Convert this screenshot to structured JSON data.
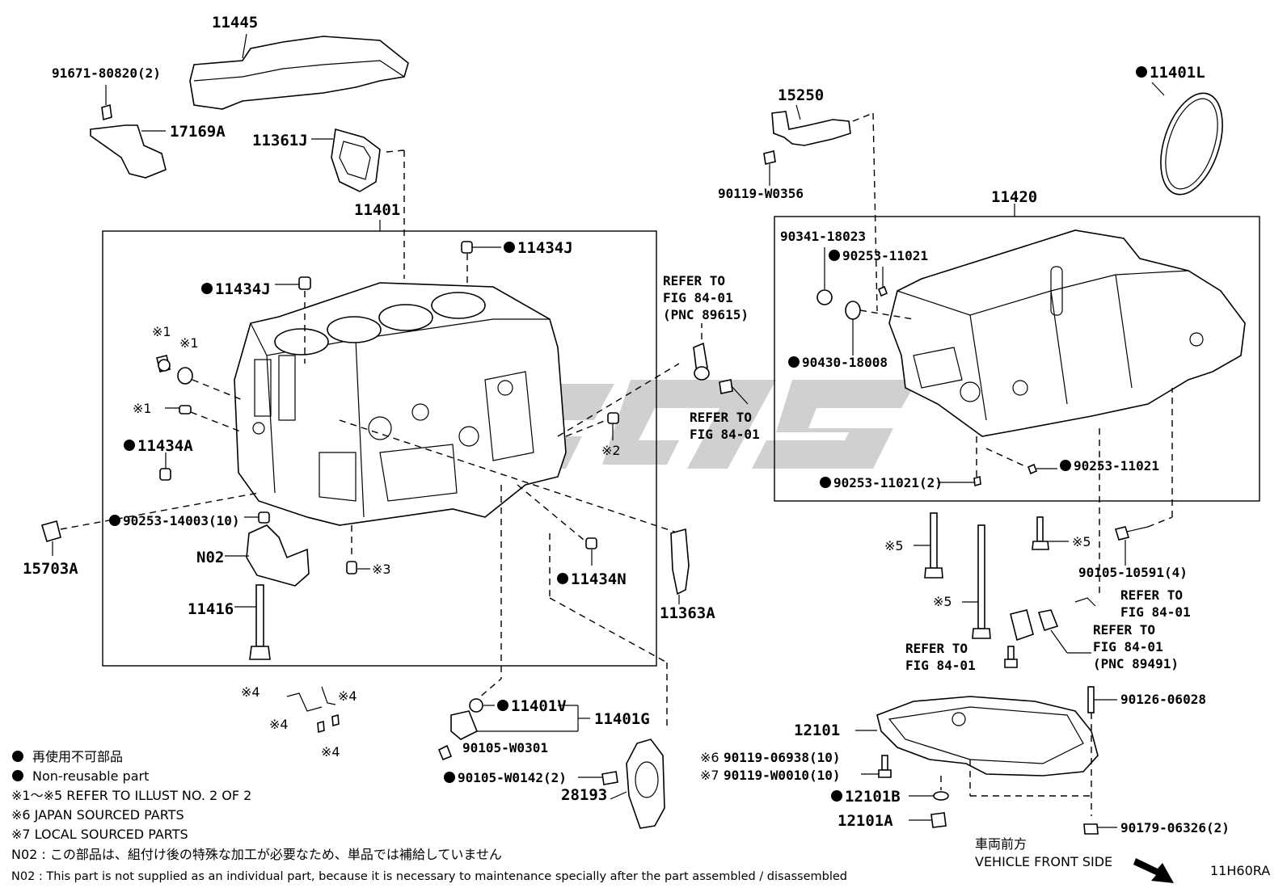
{
  "diagram_code": "11H60RA",
  "callouts": {
    "c11445": "11445",
    "c91671": "91671-80820(2)",
    "c17169A": "17169A",
    "c11361J": "11361J",
    "c11401": "11401",
    "c11434J_top": "11434J",
    "c11434J_left": "11434J",
    "c11434A": "11434A",
    "c15703A": "15703A",
    "c90253_14003": "90253-14003(10)",
    "cN02": "N02",
    "c11416": "11416",
    "c11434N": "11434N",
    "c11363A": "11363A",
    "c11401V": "11401V",
    "c11401G": "11401G",
    "c90105_W0301": "90105-W0301",
    "c90105_W0142": "90105-W0142(2)",
    "c28193": "28193",
    "c15250": "15250",
    "c90119_W0356": "90119-W0356",
    "c11401L": "11401L",
    "c11420": "11420",
    "c90341_18023": "90341-18023",
    "c90253_11021_a": "90253-11021",
    "c90430_18008": "90430-18008",
    "c90253_11021_b": "90253-11021",
    "c90253_11021_2": "90253-11021(2)",
    "c90105_10591": "90105-10591(4)",
    "c90126_06028": "90126-06028",
    "c12101": "12101",
    "c90119_06938": "90119-06938(10)",
    "c90119_W0010": "90119-W0010(10)",
    "c12101B": "12101B",
    "c12101A": "12101A",
    "c90179_06326": "90179-06326(2)"
  },
  "refers": {
    "r1_l1": "REFER TO",
    "r1_l2": "FIG 84-01",
    "r1_l3": "(PNC 89615)",
    "r2_l1": "REFER TO",
    "r2_l2": "FIG 84-01",
    "r3_l1": "REFER TO",
    "r3_l2": "FIG 84-01",
    "r4_l1": "REFER TO",
    "r4_l2": "FIG 84-01",
    "r4_l3": "(PNC 89491)",
    "r5_l1": "REFER TO",
    "r5_l2": "FIG 84-01"
  },
  "marks": {
    "m1a": "※1",
    "m1b": "※1",
    "m1c": "※1",
    "m2": "※2",
    "m3": "※3",
    "m4a": "※4",
    "m4b": "※4",
    "m4c": "※4",
    "m4d": "※4",
    "m5a": "※5",
    "m5b": "※5",
    "m5c": "※5",
    "m6": "※6",
    "m7": "※7"
  },
  "legend": {
    "jp_nonreusable": "再使用不可部品",
    "en_nonreusable": "Non-reusable part",
    "note_1_5": "※1～※5  REFER TO ILLUST NO. 2 OF 2",
    "note_6": "※6 JAPAN SOURCED PARTS",
    "note_7": "※7 LOCAL SOURCED PARTS",
    "n02_jp": "N02 : この部品は、組付け後の特殊な加工が必要なため、単品では補給していません",
    "n02_en": "N02 : This part is not supplied as an individual part, because it is necessary to maintenance specially after the part assembled / disassembled"
  },
  "direction": {
    "jp": "車両前方",
    "en": "VEHICLE FRONT SIDE"
  },
  "colors": {
    "watermark": "#c8c8c8",
    "line": "#000000"
  }
}
